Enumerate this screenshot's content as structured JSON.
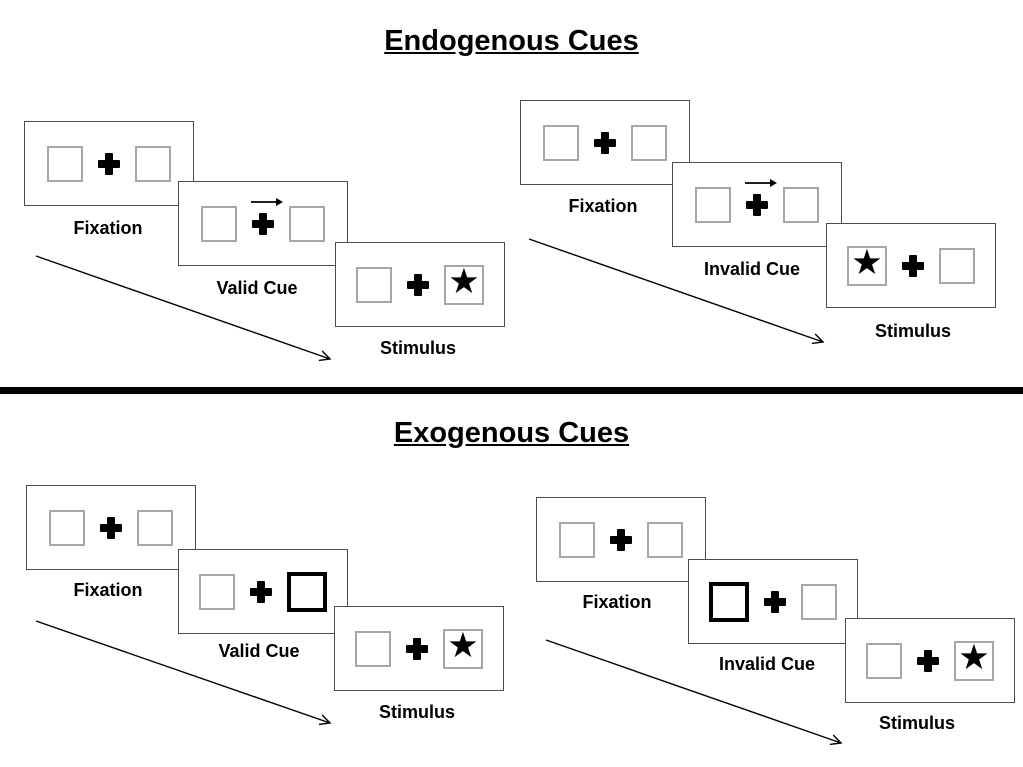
{
  "colors": {
    "background": "#ffffff",
    "ink": "#000000",
    "panel_border": "#4d4d4d",
    "square_border": "#a6a6a6"
  },
  "glyphs": {
    "star": "★"
  },
  "icons": {
    "fixation_cross": "plus-cross-icon",
    "cue_arrow": "right-arrow-icon",
    "stimulus_star": "black-star-icon",
    "sequence_arrow": "diagonal-arrow-icon"
  },
  "sections": {
    "endogenous": {
      "title": "Endogenous Cues",
      "valid": {
        "fixation_label": "Fixation",
        "cue_label": "Valid Cue",
        "stimulus_label": "Stimulus"
      },
      "invalid": {
        "fixation_label": "Fixation",
        "cue_label": "Invalid Cue",
        "stimulus_label": "Stimulus"
      }
    },
    "exogenous": {
      "title": "Exogenous Cues",
      "valid": {
        "fixation_label": "Fixation",
        "cue_label": "Valid Cue",
        "stimulus_label": "Stimulus"
      },
      "invalid": {
        "fixation_label": "Fixation",
        "cue_label": "Invalid Cue",
        "stimulus_label": "Stimulus"
      }
    }
  }
}
